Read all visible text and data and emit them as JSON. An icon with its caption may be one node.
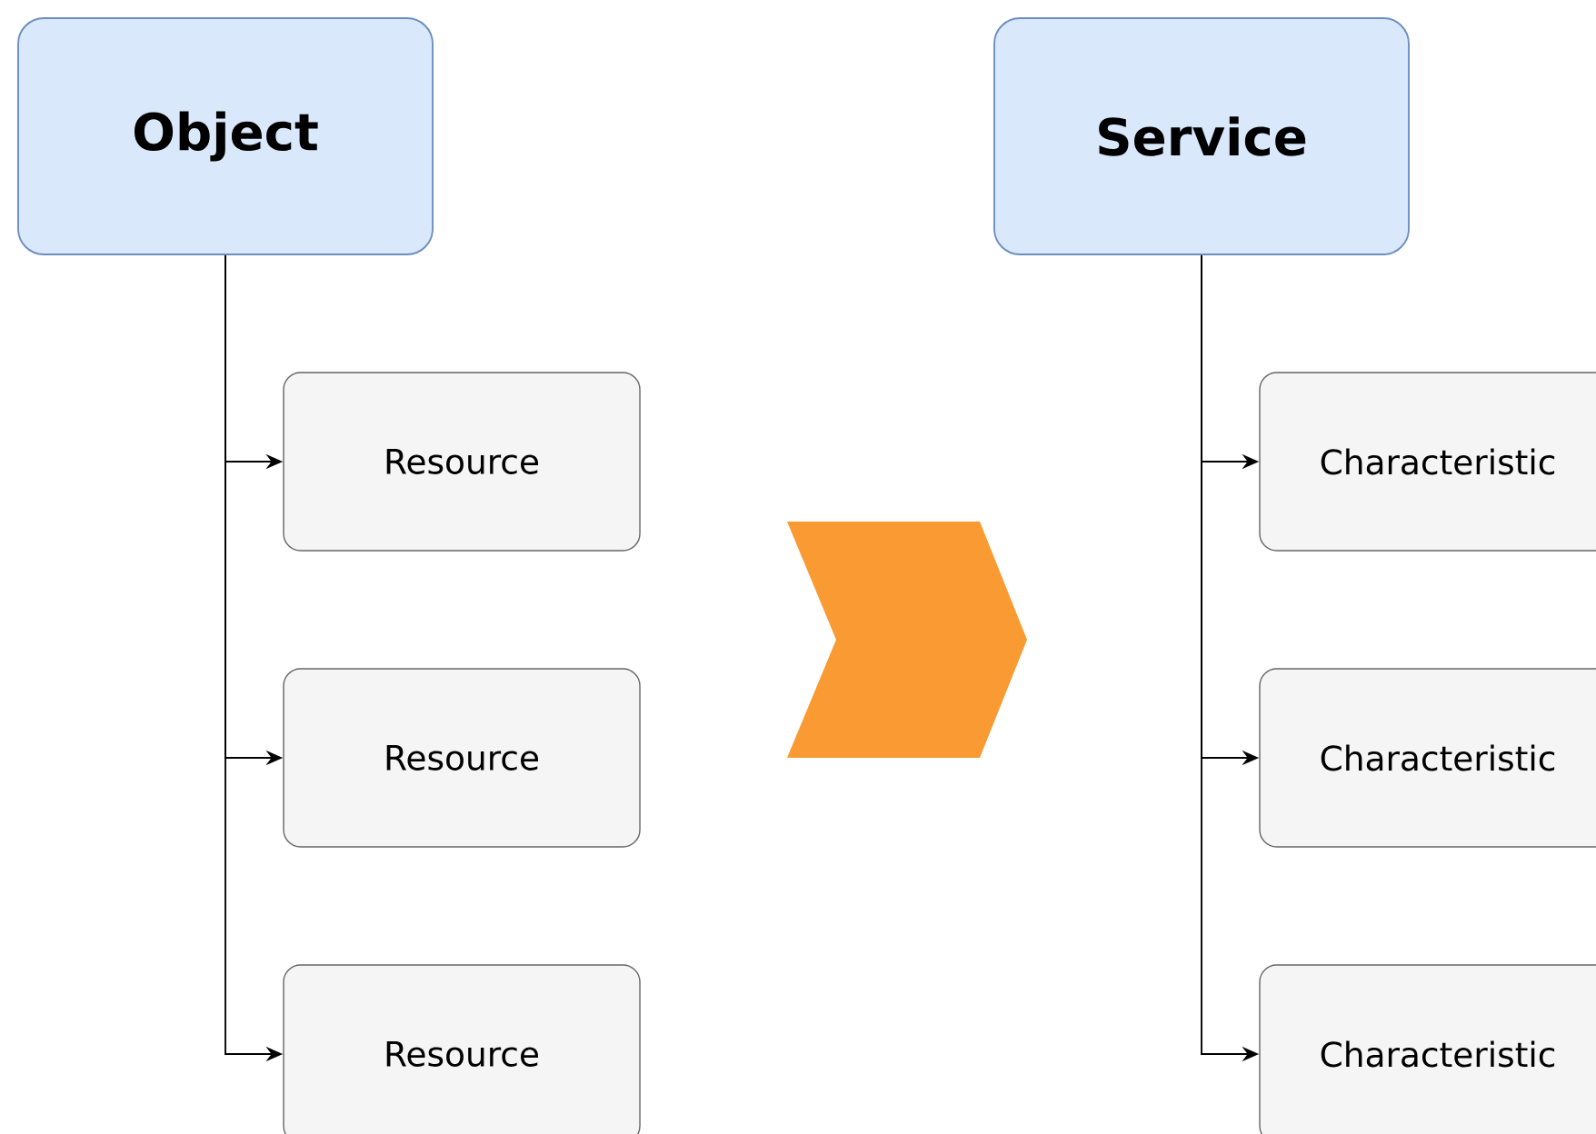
{
  "diagram": {
    "nodes": [
      {
        "text": [
          "Object"
        ]
      },
      {
        "text": [
          "Resource"
        ]
      },
      {
        "text": [
          "Resource"
        ]
      },
      {
        "text": [
          "Resource"
        ]
      },
      {
        "text": [
          "Service"
        ]
      },
      {
        "text": [
          "Characteristic"
        ]
      },
      {
        "text": [
          "Characteristic"
        ]
      },
      {
        "text": [
          "Characteristic"
        ]
      }
    ],
    "edges": [
      {
        "from": 0,
        "to": 1,
        "arrow": "to"
      },
      {
        "from": 0,
        "to": 2,
        "arrow": "to"
      },
      {
        "from": 0,
        "to": 3,
        "arrow": "to"
      },
      {
        "from": 4,
        "to": 5,
        "arrow": "to"
      },
      {
        "from": 4,
        "to": 6,
        "arrow": "to"
      },
      {
        "from": 4,
        "to": 7,
        "arrow": "to"
      }
    ]
  }
}
